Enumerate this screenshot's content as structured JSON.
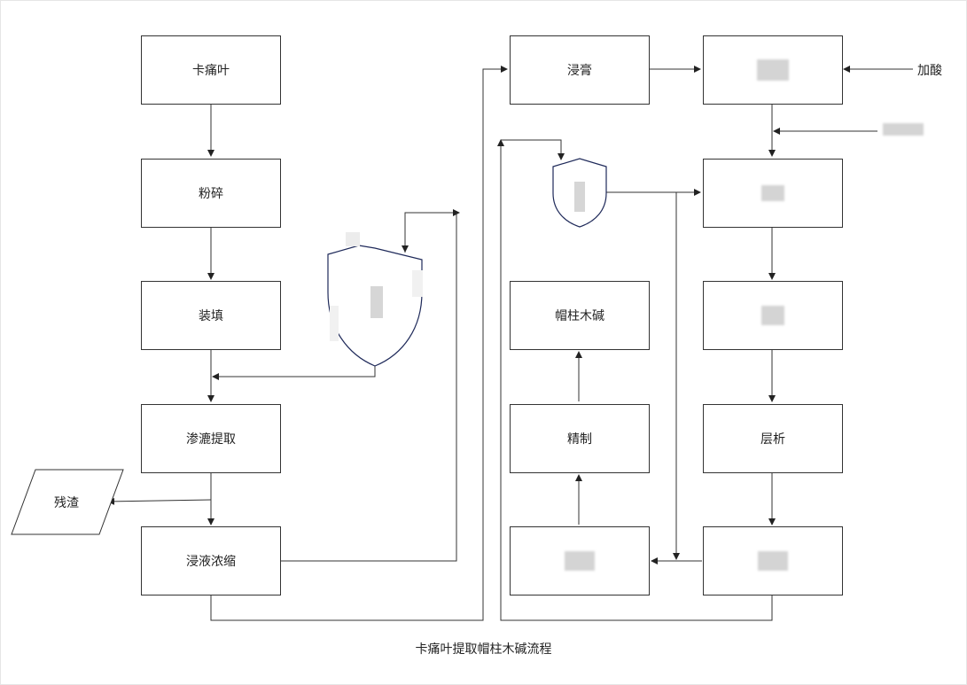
{
  "diagram": {
    "caption": "卡痛叶提取帽柱木碱流程",
    "nodes": {
      "leaf": "卡痛叶",
      "crush": "粉碎",
      "fill": "装填",
      "percolate": "渗漉提取",
      "concentrate": "浸液浓缩",
      "residue": "残渣",
      "extract": "浸膏",
      "acid_box": "",
      "box_r2": "",
      "box_r3": "",
      "chromatography": "层析",
      "box_r5": "",
      "box_m5": "",
      "refine": "精制",
      "mitragynine": "帽柱木碱",
      "side_acid": "加酸",
      "side_right": ""
    }
  }
}
